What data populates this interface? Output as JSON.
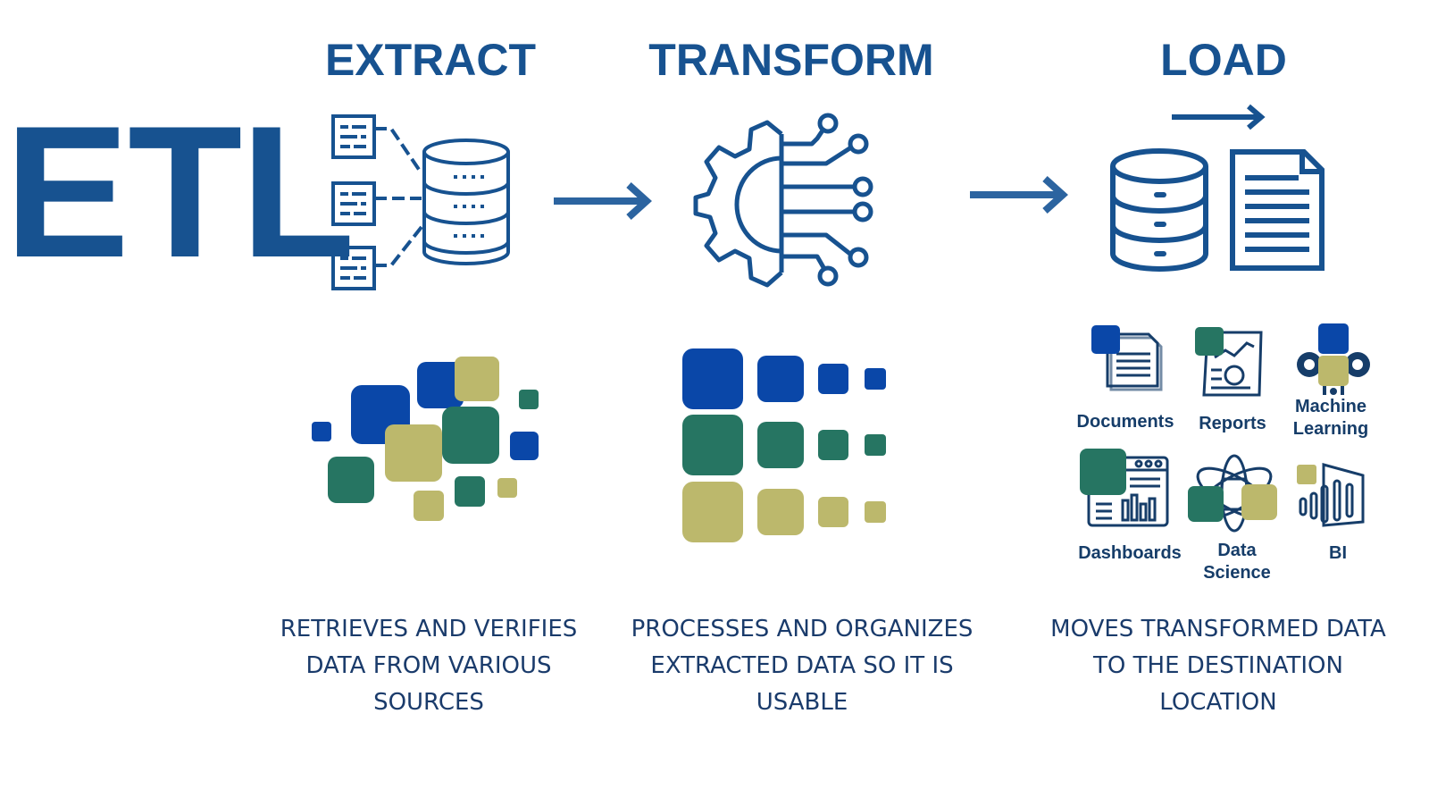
{
  "title": "ETL",
  "stages": [
    {
      "name": "EXTRACT",
      "description": [
        "RETRIEVES AND VERIFIES",
        "DATA FROM VARIOUS",
        "SOURCES"
      ]
    },
    {
      "name": "TRANSFORM",
      "description": [
        "PROCESSES AND ORGANIZES",
        "EXTRACTED DATA SO IT IS",
        "USABLE"
      ]
    },
    {
      "name": "LOAD",
      "description": [
        "MOVES TRANSFORMED DATA",
        "TO THE DESTINATION",
        "LOCATION"
      ]
    }
  ],
  "outputs": [
    {
      "label": [
        "Documents"
      ],
      "icon": "documents-icon"
    },
    {
      "label": [
        "Reports"
      ],
      "icon": "report-icon"
    },
    {
      "label": [
        "Machine",
        "Learning"
      ],
      "icon": "gear-icon"
    },
    {
      "label": [
        "Dashboards"
      ],
      "icon": "dashboard-icon"
    },
    {
      "label": [
        "Data",
        "Science"
      ],
      "icon": "atom-icon"
    },
    {
      "label": [
        "BI"
      ],
      "icon": "bar-chart-icon"
    }
  ],
  "colors": {
    "primary_blue": "#175290",
    "square_blue": "#0a47a8",
    "square_green": "#267562",
    "square_olive": "#bcb86c",
    "text_dark": "#1a3b6b"
  }
}
